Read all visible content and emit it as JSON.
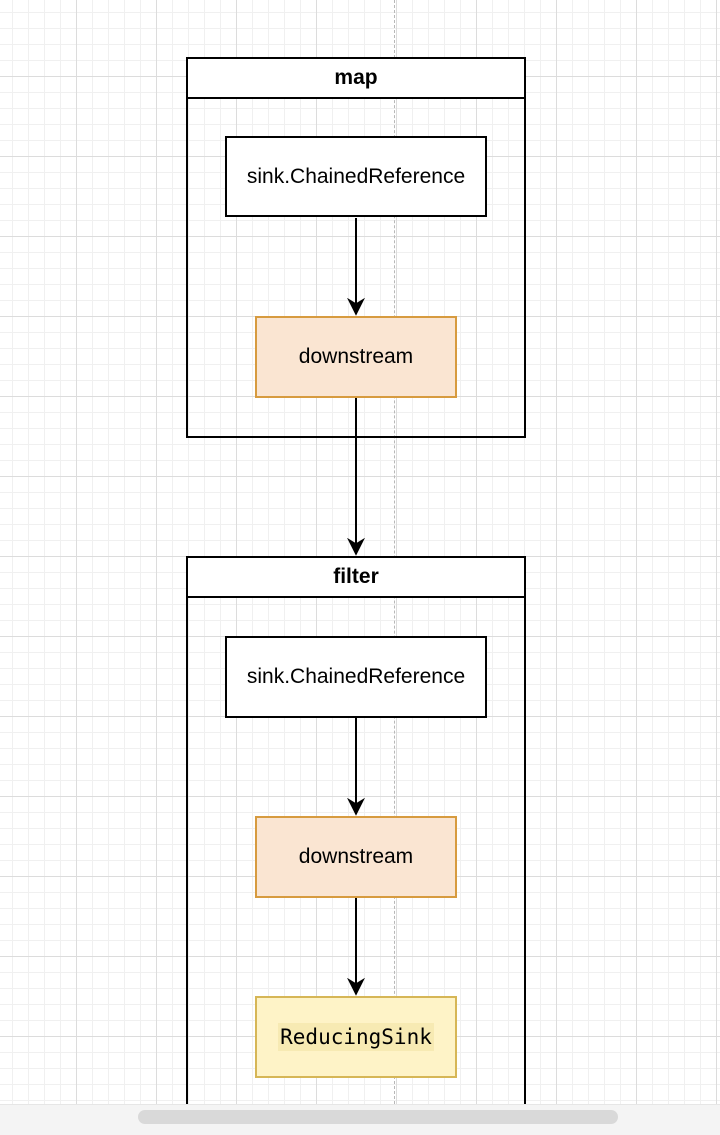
{
  "containers": [
    {
      "title": "map",
      "nodes": [
        "sink.ChainedReference",
        "downstream"
      ]
    },
    {
      "title": "filter",
      "nodes": [
        "sink.ChainedReference",
        "downstream",
        "ReducingSink"
      ]
    }
  ],
  "colors": {
    "downstream_fill": "#fae5d2",
    "downstream_border": "#d79b3f",
    "reducing_fill": "#fef3c7",
    "reducing_border": "#d6b656",
    "edge": "#000000"
  }
}
